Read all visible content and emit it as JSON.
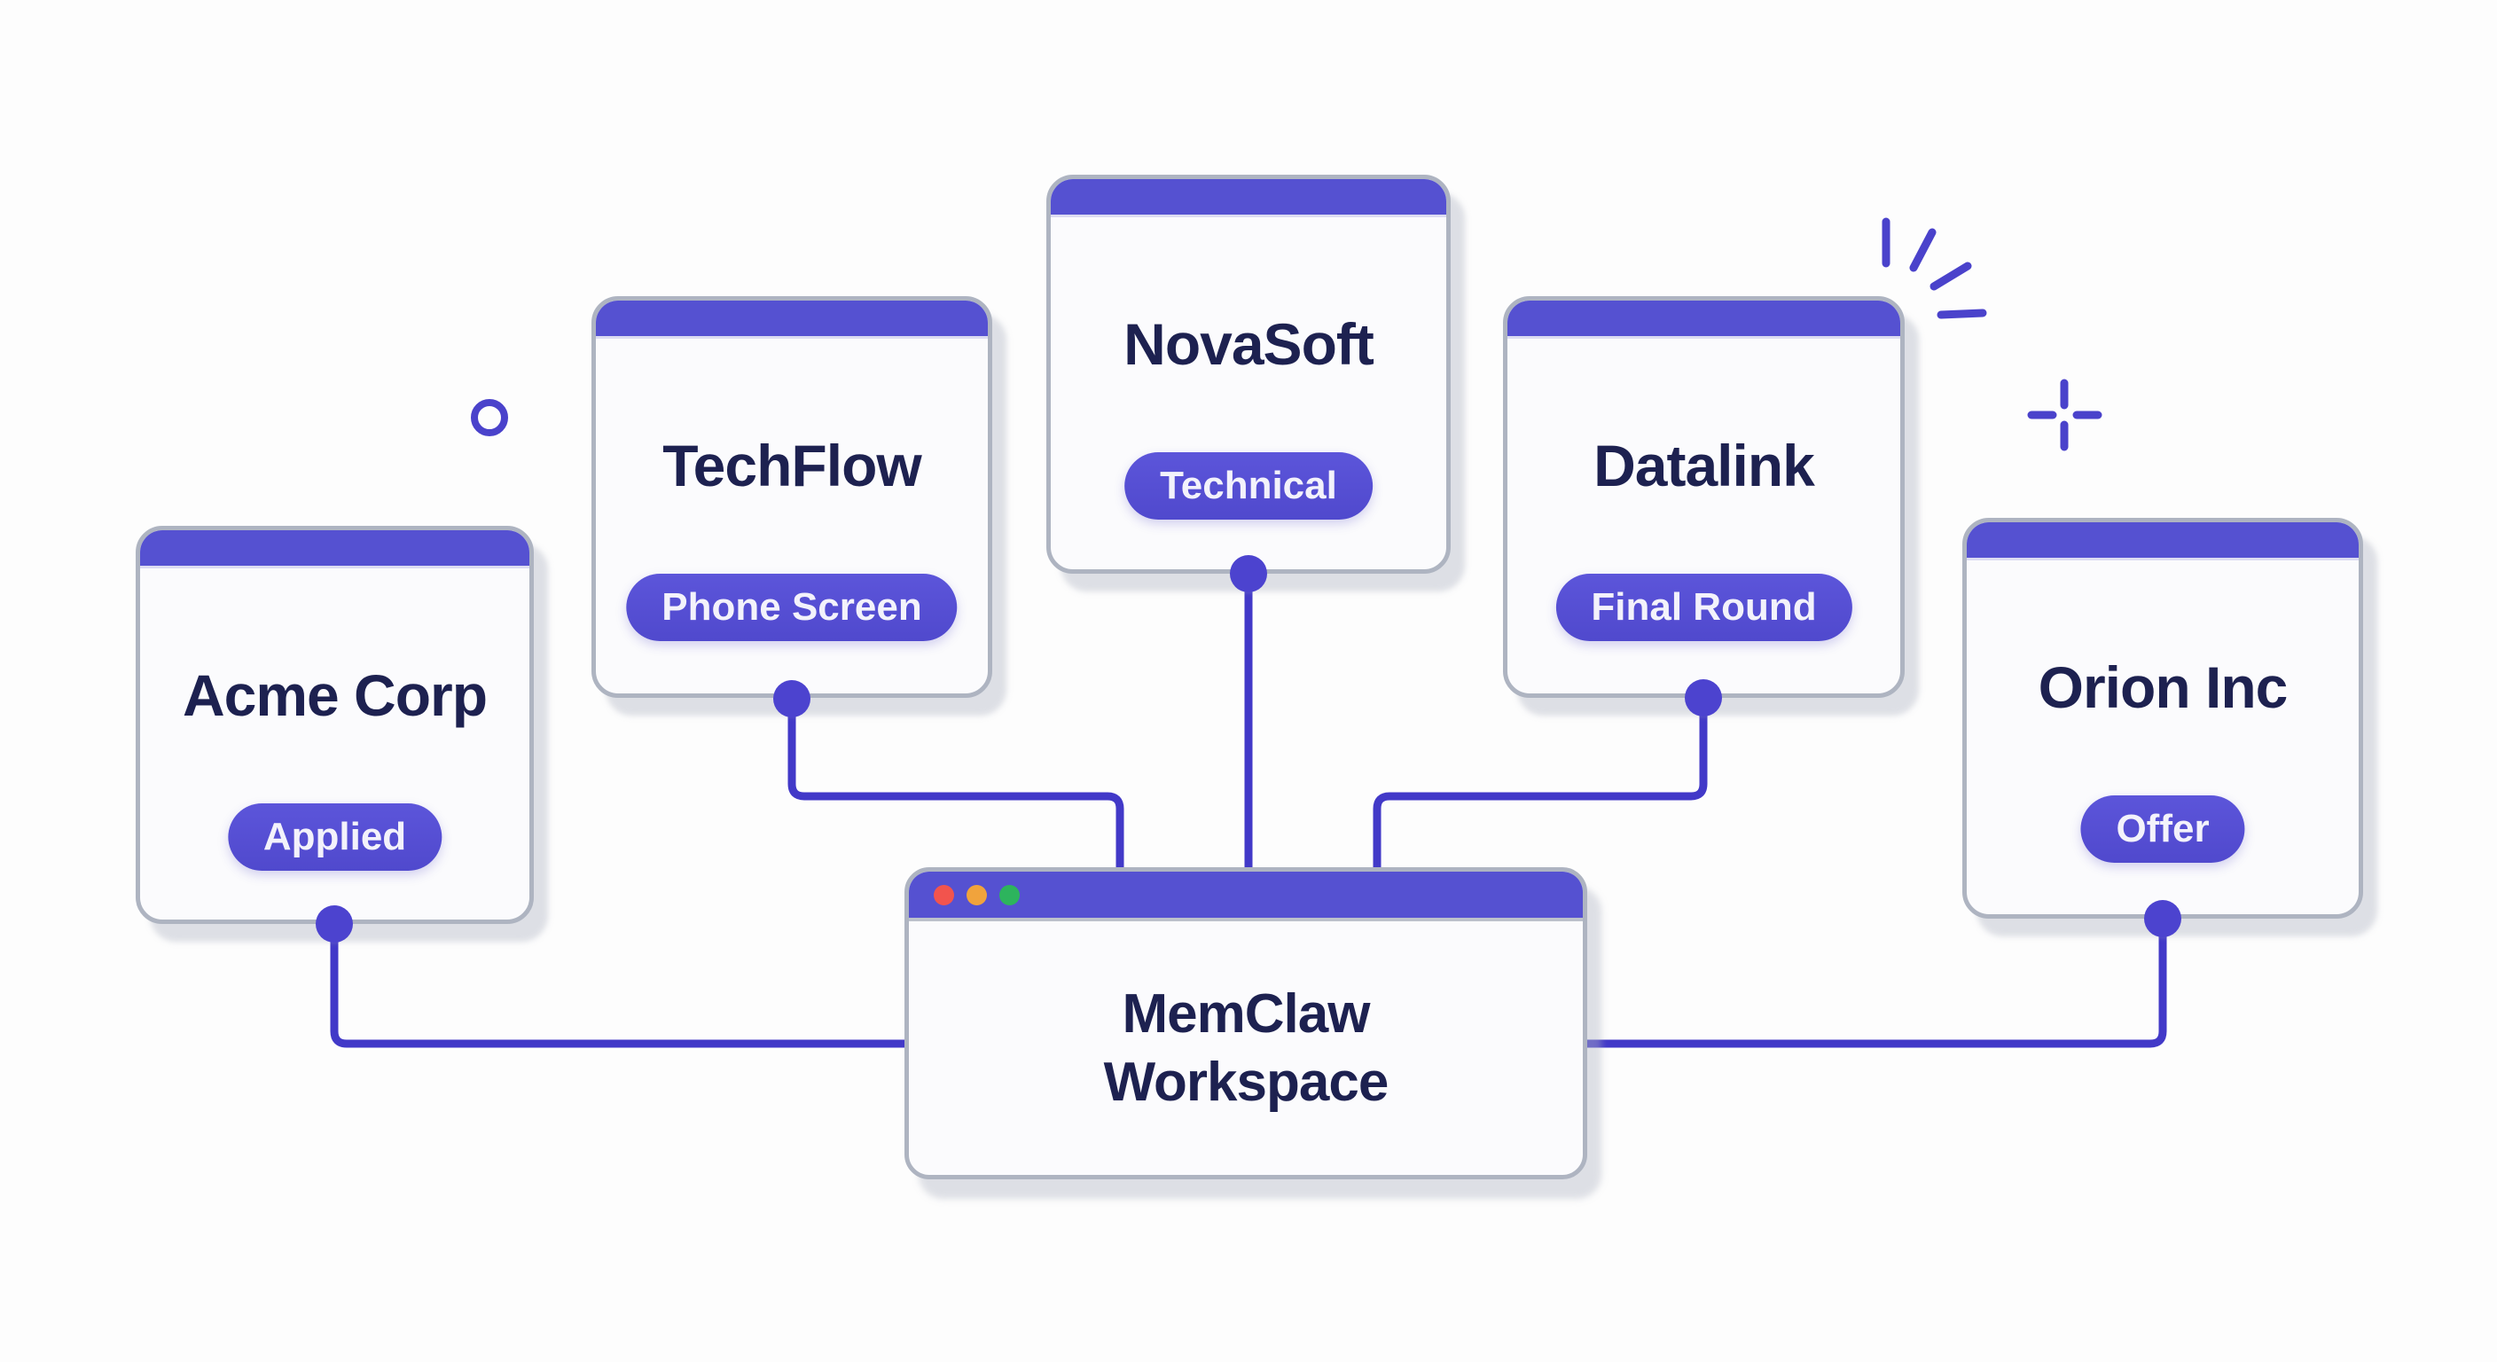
{
  "workspace": {
    "title_line1": "MemClaw",
    "title_line2": "Workspace",
    "window_controls": [
      "close",
      "minimize",
      "maximize"
    ]
  },
  "companies": [
    {
      "name": "Acme Corp",
      "status": "Applied"
    },
    {
      "name": "TechFlow",
      "status": "Phone Screen"
    },
    {
      "name": "NovaSoft",
      "status": "Technical"
    },
    {
      "name": "Datalink",
      "status": "Final Round"
    },
    {
      "name": "Orion Inc",
      "status": "Offer"
    }
  ],
  "connections": [
    {
      "from": "Acme Corp",
      "to": "MemClaw Workspace"
    },
    {
      "from": "TechFlow",
      "to": "MemClaw Workspace"
    },
    {
      "from": "NovaSoft",
      "to": "MemClaw Workspace"
    },
    {
      "from": "Datalink",
      "to": "MemClaw Workspace"
    },
    {
      "from": "Orion Inc",
      "to": "MemClaw Workspace"
    }
  ],
  "decorations": [
    "circle-outline",
    "burst-rays",
    "plus-sparkle"
  ],
  "colors": {
    "background": "#fdfdfd",
    "header_purple": "#5551d1",
    "pill_purple": "#5750d6",
    "connector_purple": "#4239c8",
    "decoration_purple": "#4a42cb",
    "title_navy": "#1d2150",
    "card_border_gray": "#aeb4c1",
    "traffic_red": "#f2544d",
    "traffic_yellow": "#f1a33c",
    "traffic_green": "#2db45d"
  }
}
